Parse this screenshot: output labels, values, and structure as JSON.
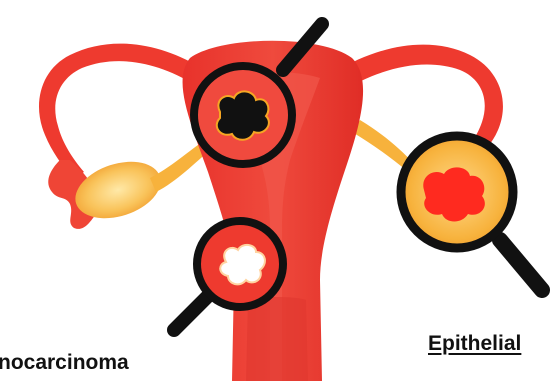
{
  "labels": {
    "left": "nocarcinoma",
    "right": "Epithelial"
  },
  "icons": {
    "uterus": "uterus-illustration",
    "magnifier_top": "magnifying-glass-icon",
    "magnifier_bottom": "magnifying-glass-icon",
    "magnifier_right": "magnifying-glass-icon"
  },
  "colors": {
    "uterus_red": "#e8322b",
    "uterus_dark": "#c4251f",
    "fallopian_red": "#ee3a2f",
    "ovary_yellow": "#f7b23c",
    "ovary_light": "#ffd77a",
    "cavity": "#f0564a",
    "lesion_black": "#111111",
    "lesion_white": "#ffffff",
    "lesion_red": "#ff2a1f",
    "magnifier_ring": "#111111",
    "text": "#111111"
  }
}
